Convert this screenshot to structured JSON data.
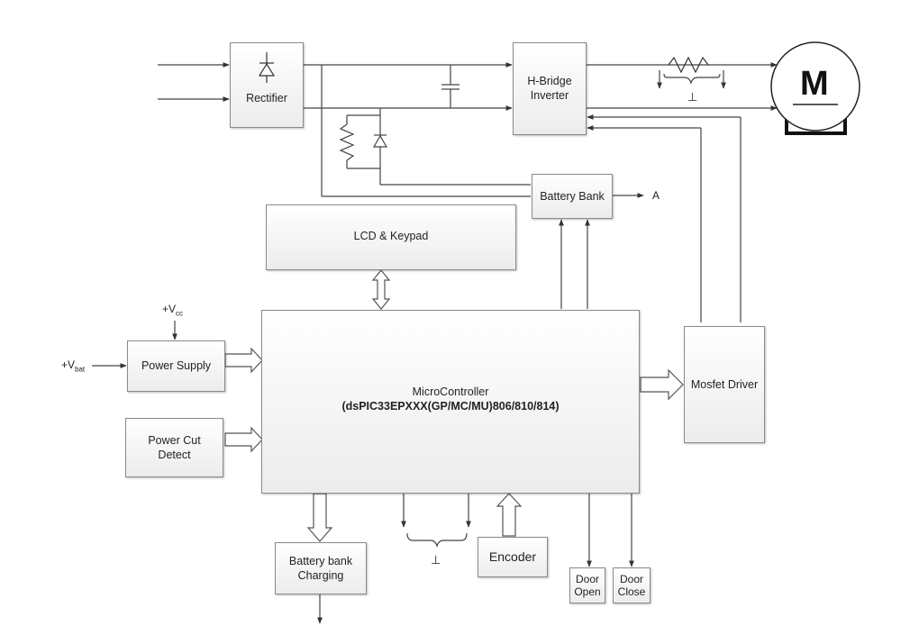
{
  "blocks": {
    "rectifier": "Rectifier",
    "hbridge_line1": "H-Bridge",
    "hbridge_line2": "Inverter",
    "battery_bank": "Battery Bank",
    "lcd_keypad": "LCD & Keypad",
    "mcu_line1": "MicroController",
    "mcu_line2": "(dsPIC33EPXXX(GP/MC/MU)806/810/814)",
    "power_supply": "Power Supply",
    "power_cut_line1": "Power Cut",
    "power_cut_line2": "Detect",
    "mosfet_driver": "Mosfet Driver",
    "battery_charging_line1": "Battery bank",
    "battery_charging_line2": "Charging",
    "encoder": "Encoder",
    "door_open_line1": "Door",
    "door_open_line2": "Open",
    "door_close_line1": "Door",
    "door_close_line2": "Close"
  },
  "labels": {
    "motor": "M",
    "output_a": "A",
    "vcc_prefix": "+V",
    "vcc_sub": "cc",
    "vbat_prefix": "+V",
    "vbat_sub": "bat",
    "ground_symbol": "⊥"
  }
}
